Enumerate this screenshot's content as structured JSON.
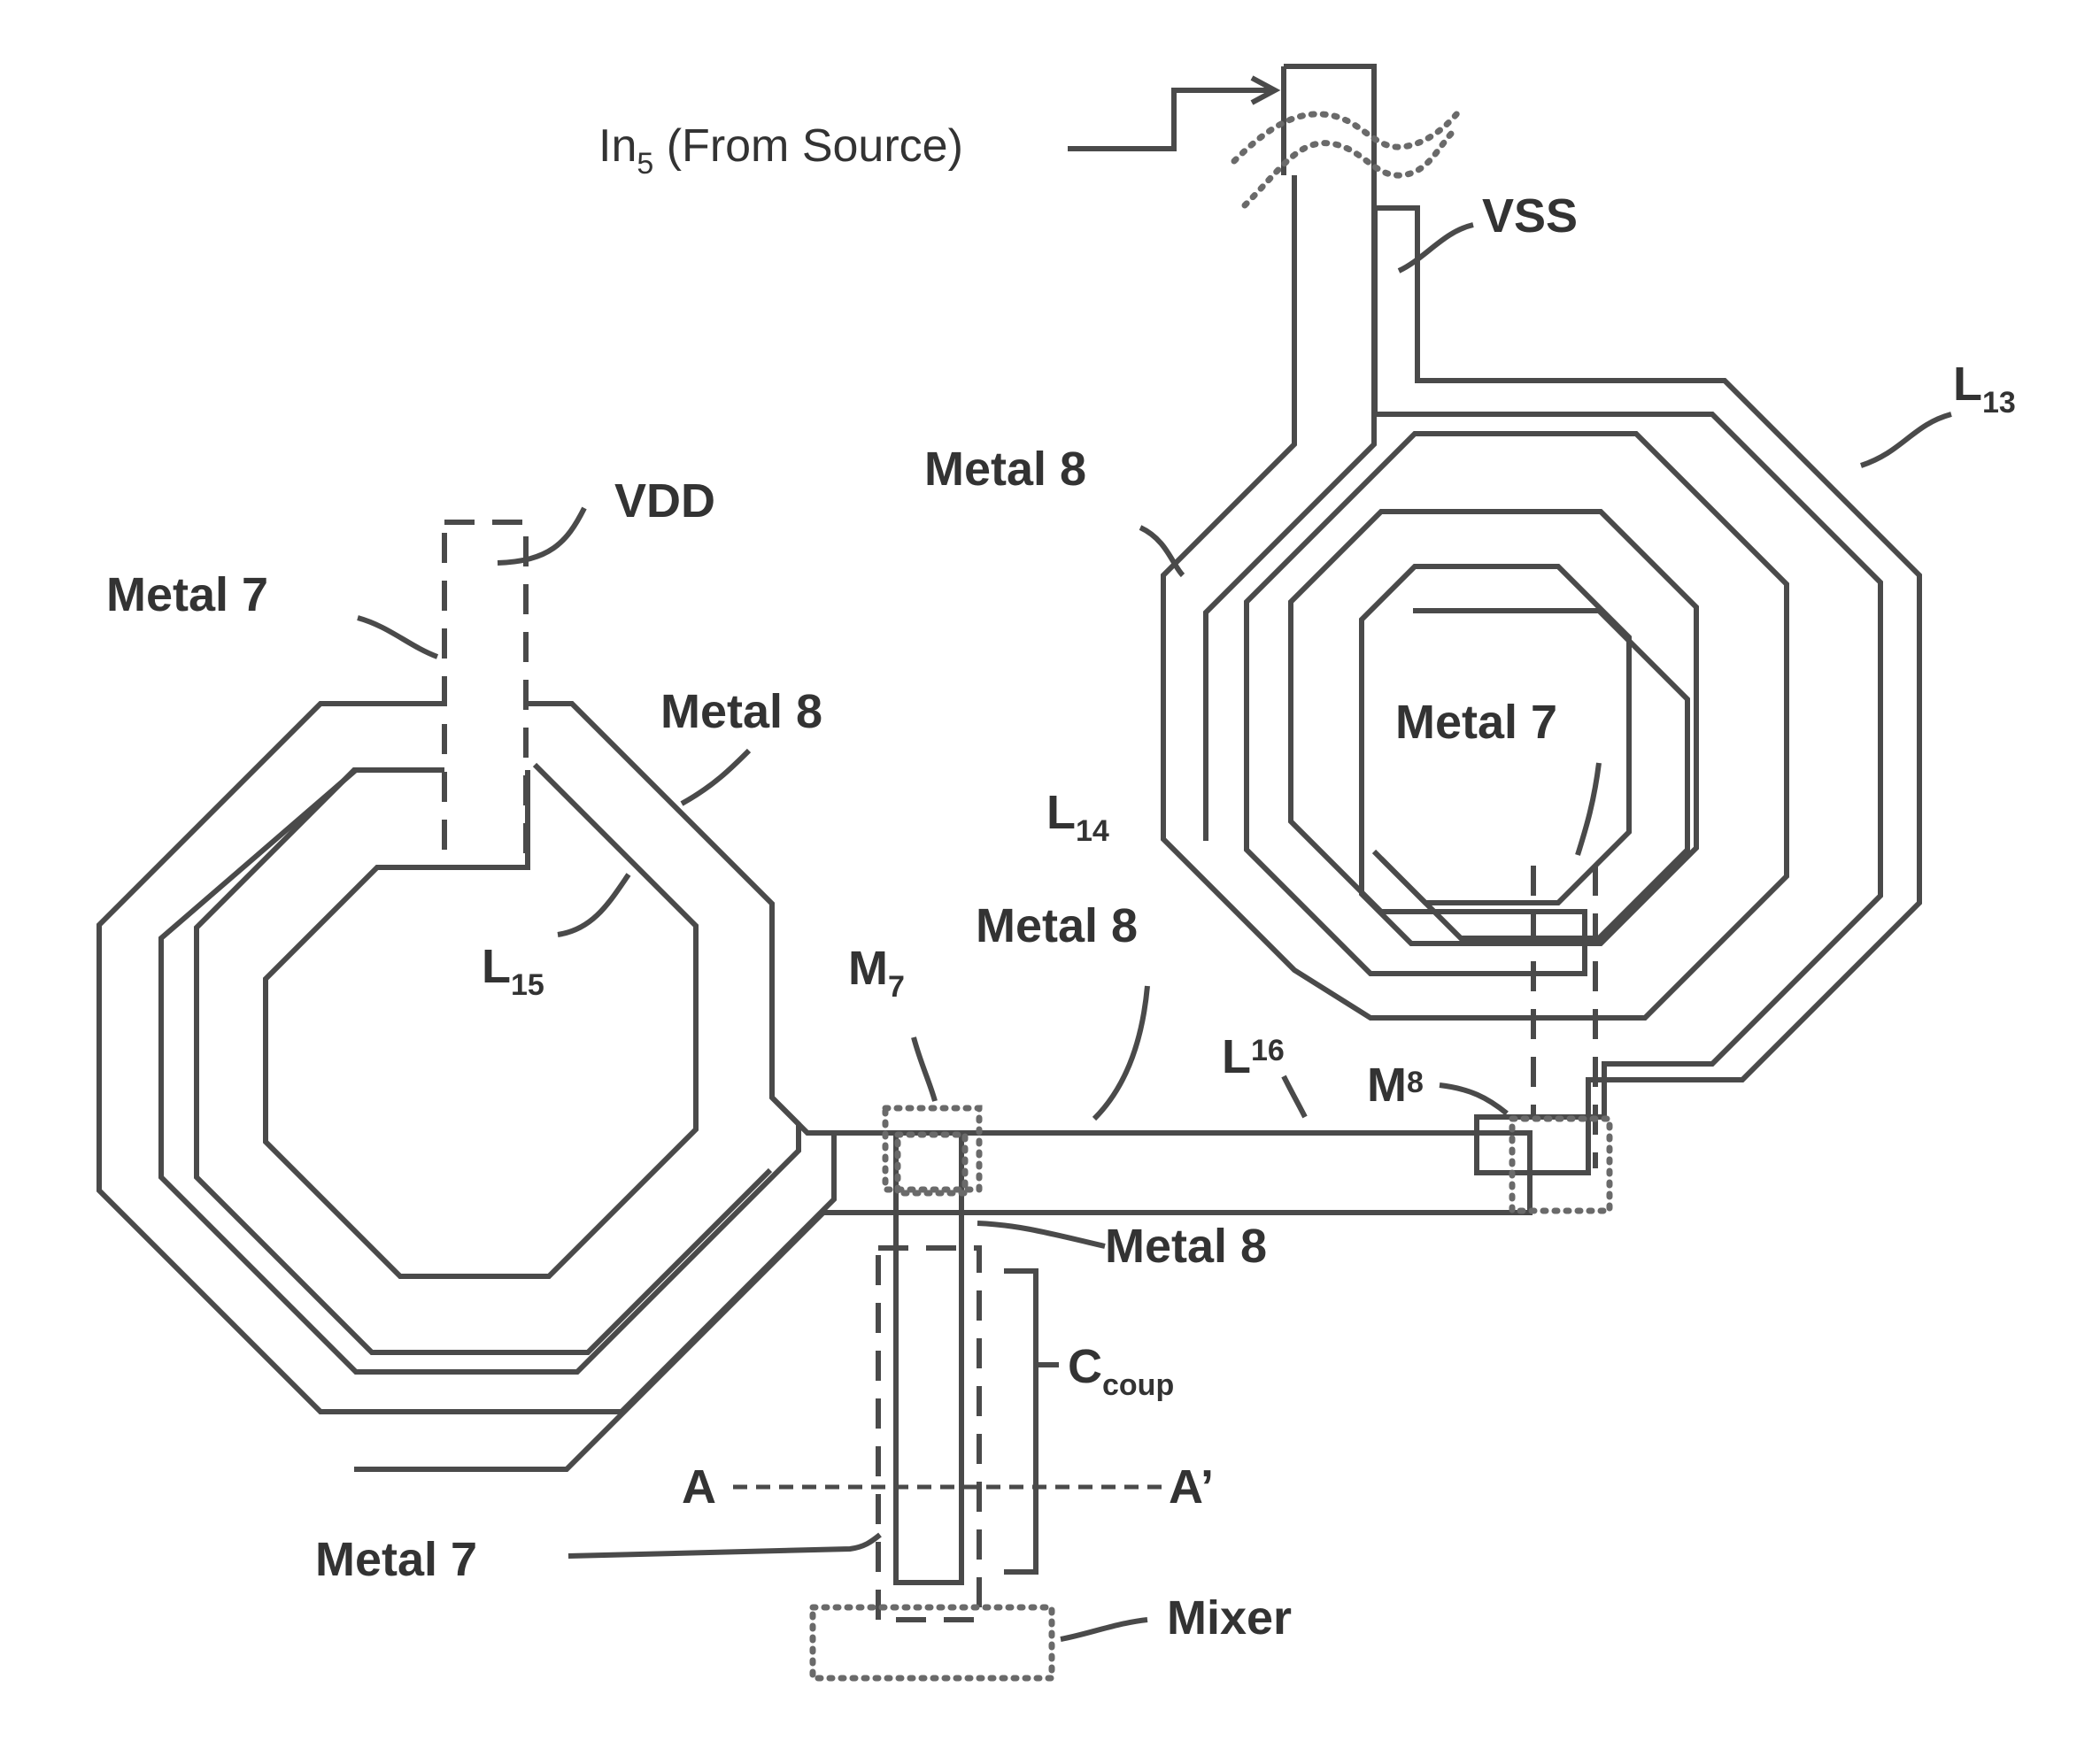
{
  "labels": {
    "in5_main": "In",
    "in5_sub": "5",
    "in5_rest": " (From Source)",
    "vss": "VSS",
    "vdd": "VDD",
    "l13_main": "L",
    "l13_sub": "13",
    "l14_main": "L",
    "l14_sub": "14",
    "l15_main": "L",
    "l15_sub": "15",
    "l16_main": "L",
    "l16_sub": "16",
    "m7_main": "M",
    "m7_sub": "7",
    "m8_main": "M",
    "m8_sub": "8",
    "metal8_right_spiral": "Metal 8",
    "metal7_vdd": "Metal 7",
    "metal8_left_spiral": "Metal 8",
    "metal7_right_spiral": "Metal 7",
    "metal8_bridge": "Metal 8",
    "metal8_vertical": "Metal 8",
    "metal7_bottom": "Metal 7",
    "ccoup_main": "C",
    "ccoup_sub": "coup",
    "section_a": "A",
    "section_a_prime": "A’",
    "mixer": "Mixer"
  }
}
